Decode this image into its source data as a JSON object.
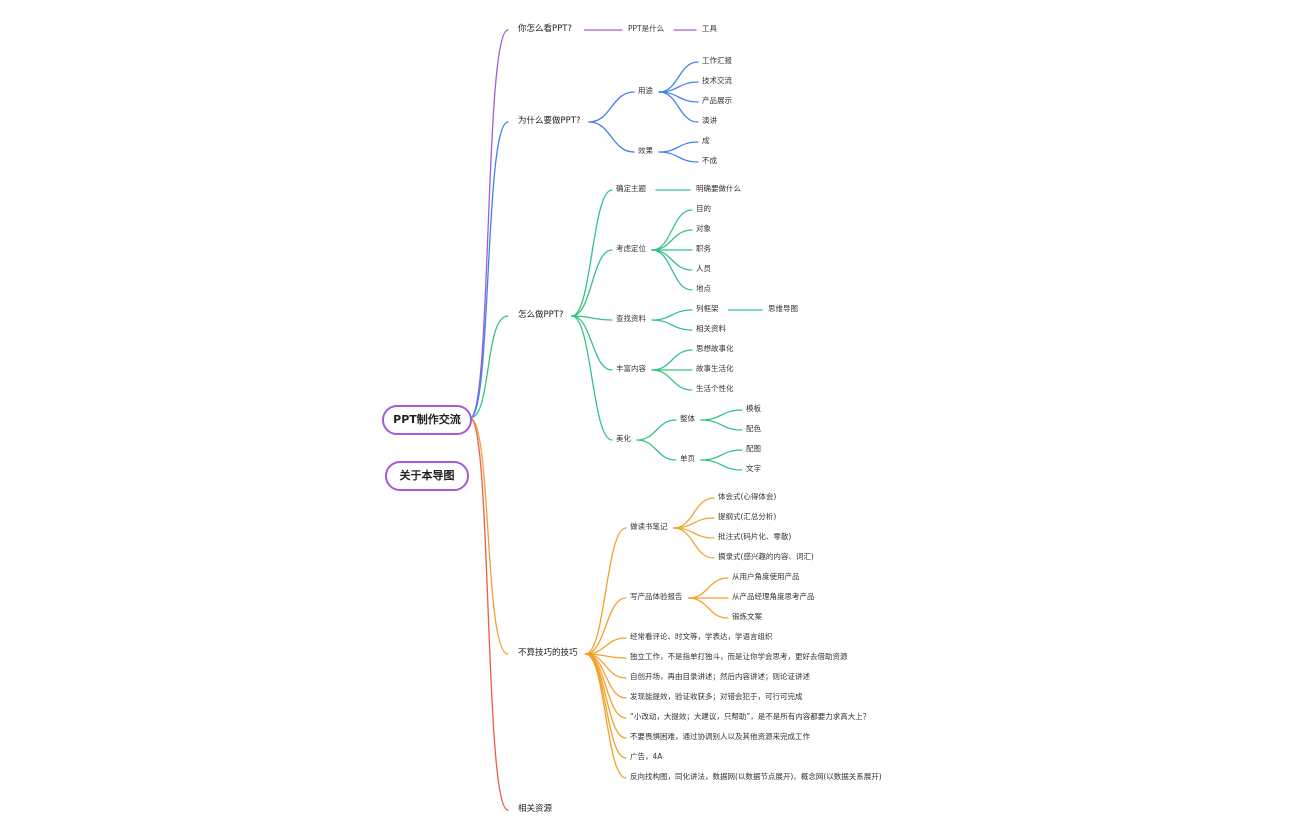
{
  "root": {
    "label": "PPT制作交流"
  },
  "about": {
    "label": "关于本导图"
  },
  "colors": {
    "purple": "#a35bd9",
    "blue": "#3f82f0",
    "green": "#36c281",
    "orange": "#f1a22b",
    "red": "#ef5b45"
  },
  "branches": [
    {
      "label": "你怎么看PPT?",
      "color": "purple",
      "children": [
        {
          "label": "PPT是什么",
          "children": [
            {
              "label": "工具"
            }
          ]
        }
      ]
    },
    {
      "label": "为什么要做PPT?",
      "color": "blue",
      "children": [
        {
          "label": "用途",
          "children": [
            {
              "label": "工作汇报"
            },
            {
              "label": "技术交流"
            },
            {
              "label": "产品展示"
            },
            {
              "label": "演讲"
            }
          ]
        },
        {
          "label": "效果",
          "children": [
            {
              "label": "成"
            },
            {
              "label": "不成"
            }
          ]
        }
      ]
    },
    {
      "label": "怎么做PPT?",
      "color": "green",
      "children": [
        {
          "label": "确定主题",
          "children": [
            {
              "label": "明确要做什么"
            }
          ]
        },
        {
          "label": "考虑定位",
          "children": [
            {
              "label": "目的"
            },
            {
              "label": "对象"
            },
            {
              "label": "职务"
            },
            {
              "label": "人员"
            },
            {
              "label": "地点"
            }
          ]
        },
        {
          "label": "查找资料",
          "children": [
            {
              "label": "列框架",
              "children": [
                {
                  "label": "思维导图"
                }
              ]
            },
            {
              "label": "相关资料"
            }
          ]
        },
        {
          "label": "丰富内容",
          "children": [
            {
              "label": "思想故事化"
            },
            {
              "label": "故事生活化"
            },
            {
              "label": "生活个性化"
            }
          ]
        },
        {
          "label": "美化",
          "children": [
            {
              "label": "整体",
              "children": [
                {
                  "label": "模板"
                },
                {
                  "label": "配色"
                }
              ]
            },
            {
              "label": "单页",
              "children": [
                {
                  "label": "配图"
                },
                {
                  "label": "文字"
                }
              ]
            }
          ]
        }
      ]
    },
    {
      "label": "不算技巧的技巧",
      "color": "orange",
      "children": [
        {
          "label": "做读书笔记",
          "children": [
            {
              "label": "体会式(心得体会)"
            },
            {
              "label": "提纲式(汇总分析)"
            },
            {
              "label": "批注式(码片化、零散)"
            },
            {
              "label": "摘录式(感兴趣的内容、词汇)"
            }
          ]
        },
        {
          "label": "写产品体验报告",
          "children": [
            {
              "label": "从用户角度使用产品"
            },
            {
              "label": "从产品经理角度思考产品"
            },
            {
              "label": "锻炼文案"
            }
          ]
        },
        {
          "label": "经常看评论、时文等，学表达，学语言组织"
        },
        {
          "label": "独立工作，不是指单打独斗，而是让你学会思考，更好去借助资源"
        },
        {
          "label": "自创开场，再由目录讲述；然后内容讲述；则论证讲述"
        },
        {
          "label": "发现能提效，验证收获多；对错会犯于，可行可完成"
        },
        {
          "label": "“小改动，大提效；大建议，只帮助”，是不是所有内容都要力求高大上？"
        },
        {
          "label": "不要畏惧困难，通过协调别人以及其他资源来完成工作"
        },
        {
          "label": "广告，4A"
        },
        {
          "label": "反向找构图，同化讲法，数据网(以数据节点展开)、概念网(以数据关系展开)"
        }
      ]
    },
    {
      "label": "相关资源",
      "color": "red",
      "children": []
    }
  ]
}
